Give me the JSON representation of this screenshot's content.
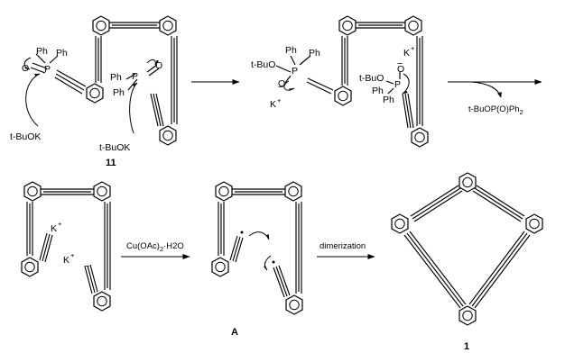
{
  "reagents": {
    "tbuok_left": "t-BuOK",
    "tbuok_right": "t-BuOK",
    "byproduct": "t-BuOP(O)Ph",
    "byproduct_sub": "2",
    "oxidant_main": "Cu(OAc)",
    "oxidant_sub": "2",
    "oxidant_tail": "·H2O",
    "dimerization": "dimerization"
  },
  "atoms": {
    "ph": "Ph",
    "p": "P",
    "o": "O",
    "k": "K",
    "tbuo": "t-BuO",
    "charge_plus": "+",
    "charge_minus": "−"
  },
  "compounds": {
    "start_label": "11",
    "intermediate_label": "A",
    "product_label": "1"
  }
}
